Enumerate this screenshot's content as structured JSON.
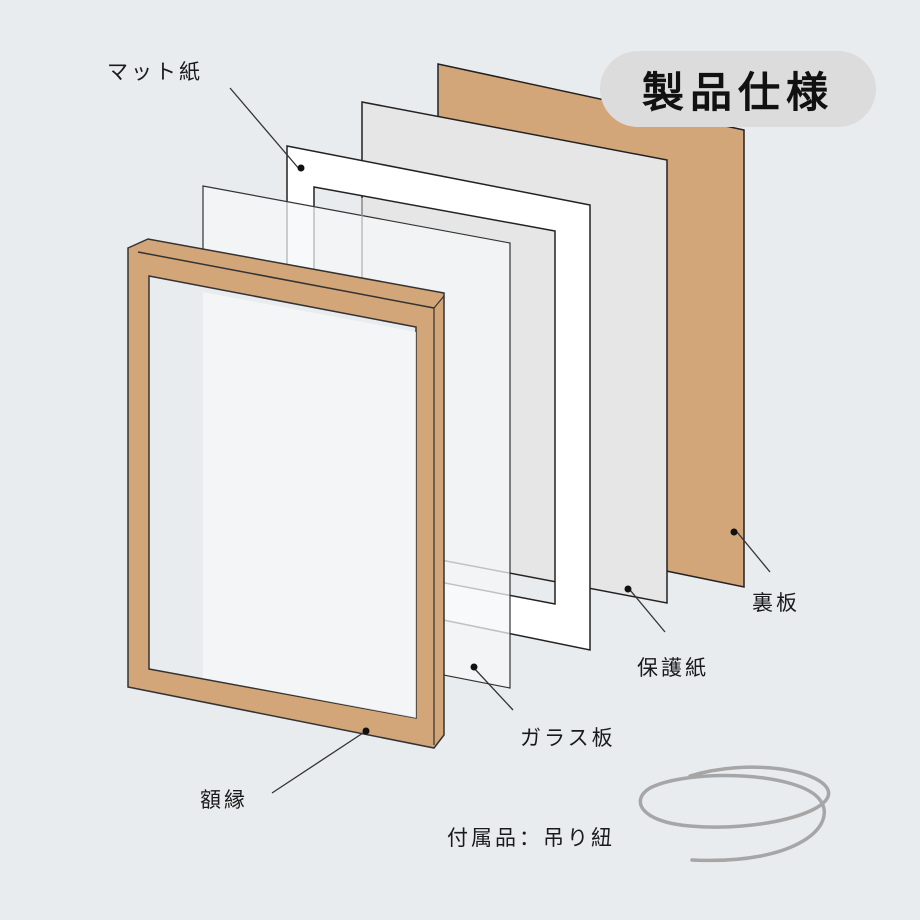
{
  "title": "製品仕様",
  "colors": {
    "background": "#e9ecef",
    "wood": "#d2a679",
    "protect_paper": "#e6e6e6",
    "mat": "#ffffff",
    "glass": "#f5f6f7",
    "cord": "#a6a6a6",
    "title_badge": "#dcdcdc"
  },
  "parts": [
    {
      "id": "mat",
      "label": "マット紙"
    },
    {
      "id": "back",
      "label": "裏板"
    },
    {
      "id": "protect",
      "label": "保護紙"
    },
    {
      "id": "glass",
      "label": "ガラス板"
    },
    {
      "id": "frame",
      "label": "額縁"
    }
  ],
  "accessory": {
    "label": "付属品：吊り紐",
    "icon": "hanging-cord-icon"
  }
}
